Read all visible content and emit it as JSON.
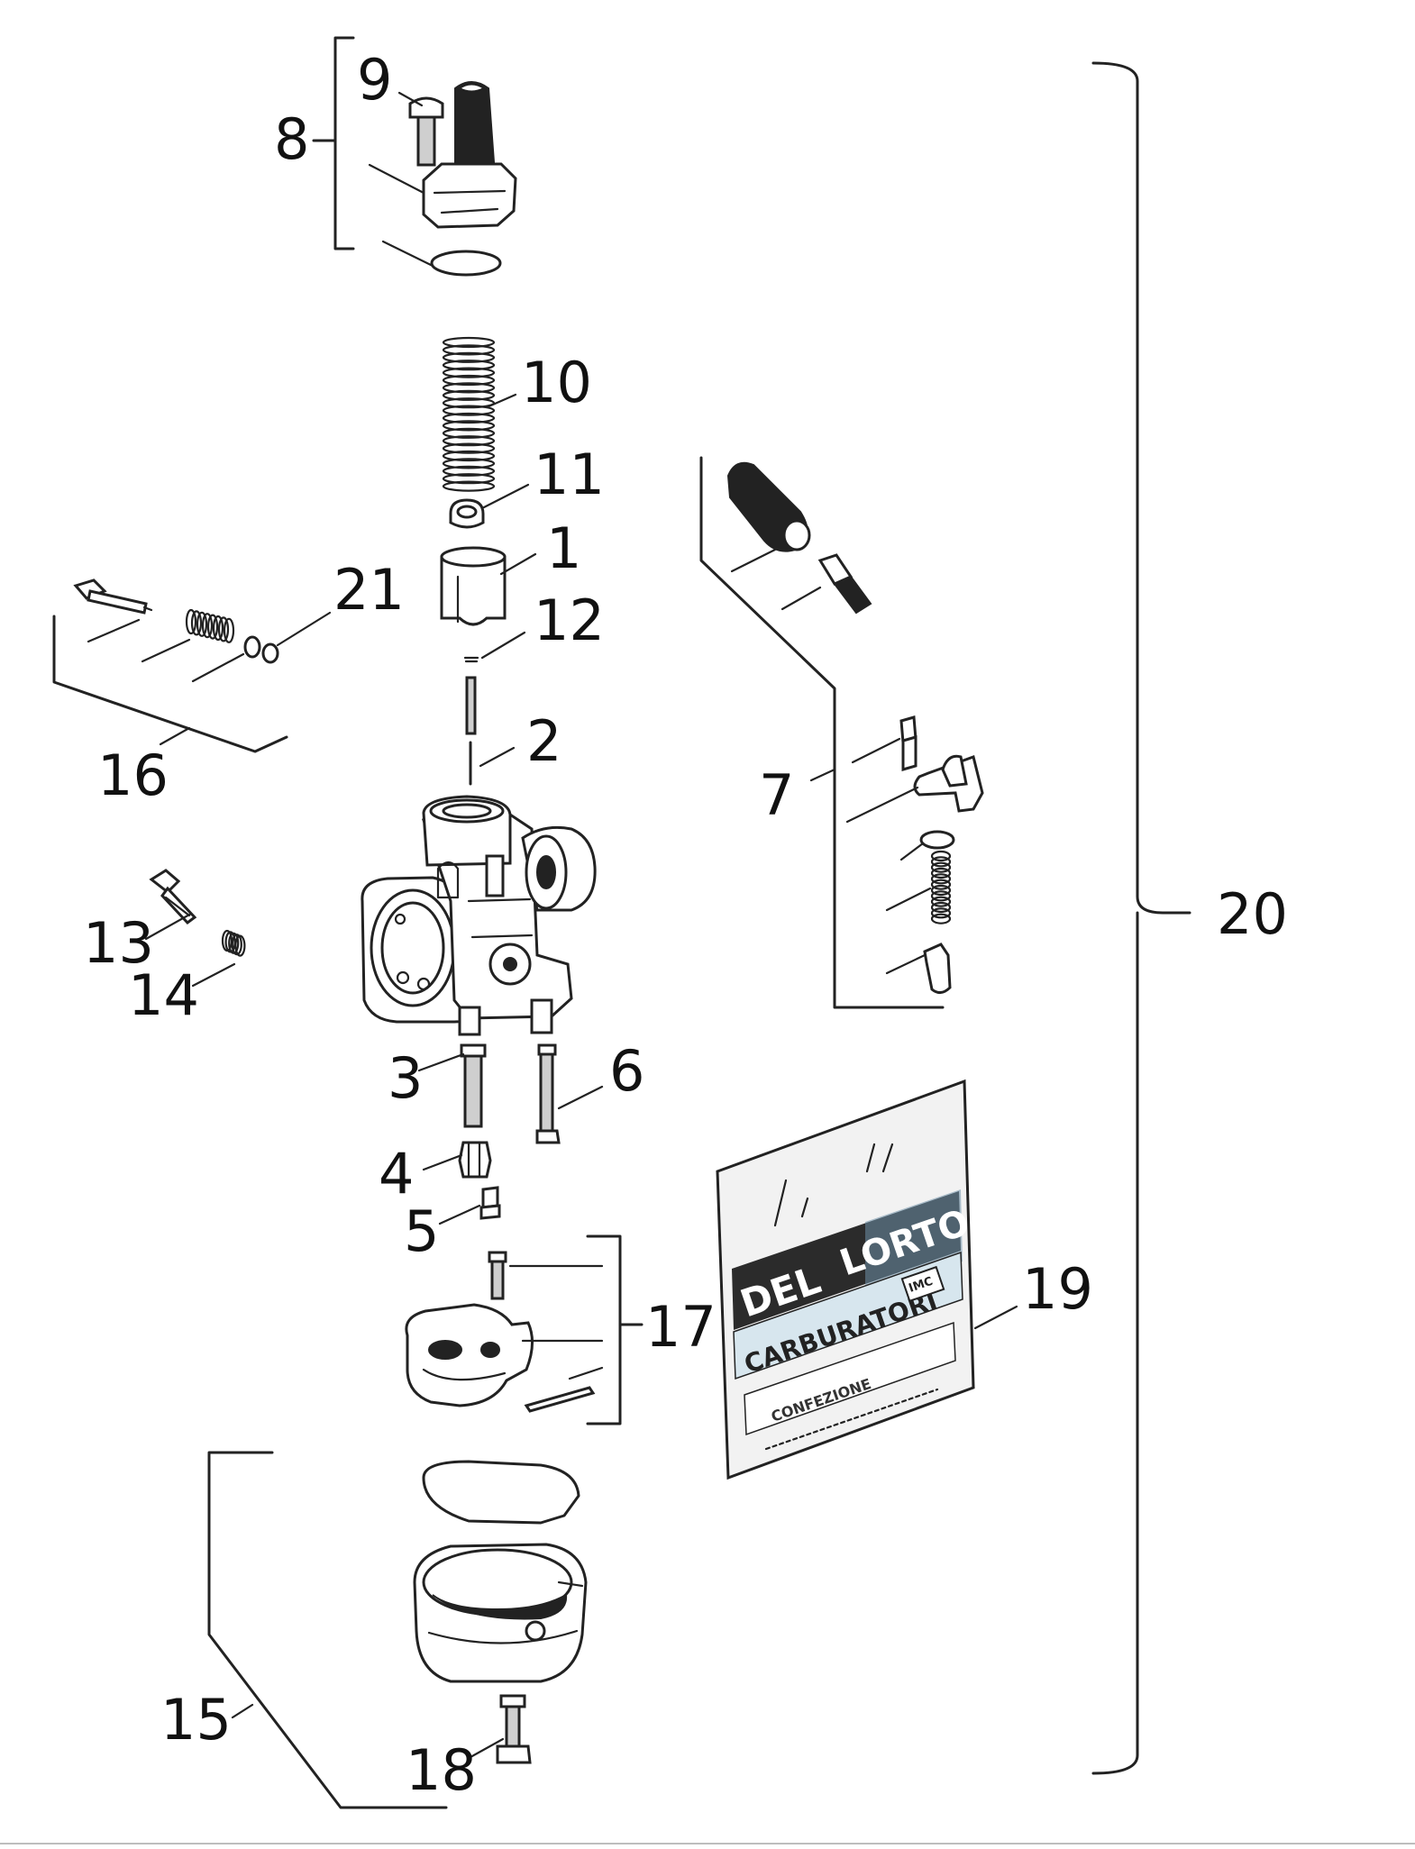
{
  "callouts": {
    "p1": "1",
    "p2": "2",
    "p3": "3",
    "p4": "4",
    "p5": "5",
    "p6": "6",
    "p7": "7",
    "p8": "8",
    "p9": "9",
    "p10": "10",
    "p11": "11",
    "p12": "12",
    "p13": "13",
    "p14": "14",
    "p15": "15",
    "p16": "16",
    "p17": "17",
    "p18": "18",
    "p19": "19",
    "p20": "20",
    "p21": "21"
  },
  "bag": {
    "brand_left": "DEL",
    "brand_right": "LORTO",
    "line2": "CARBURATORI",
    "badge": "IMC",
    "line3": "CONFEZIONE"
  },
  "colors": {
    "ink": "#222222",
    "bag_band": "#2b2b2b",
    "bag_band_light": "#9cc3d8"
  }
}
